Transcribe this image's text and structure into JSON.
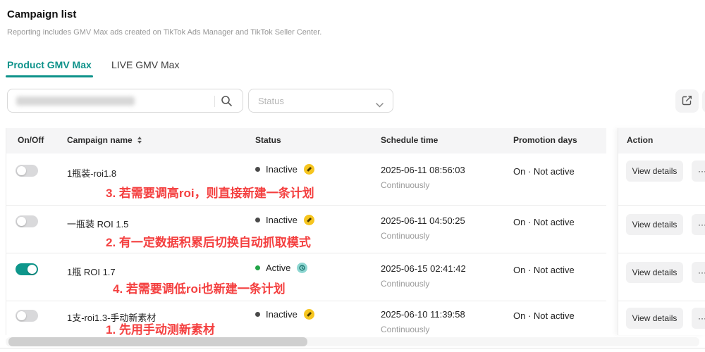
{
  "header": {
    "title": "Campaign list",
    "subtitle": "Reporting includes GMV Max ads created on TikTok Ads Manager and TikTok Seller Center."
  },
  "tabs": [
    {
      "label": "Product GMV Max",
      "active": true
    },
    {
      "label": "LIVE GMV Max",
      "active": false
    }
  ],
  "toolbar": {
    "search_value": "",
    "status_filter_placeholder": "Status",
    "export_icon": "edit-export-icon"
  },
  "table": {
    "columns": {
      "on_off": "On/Off",
      "campaign_name": "Campaign name",
      "status": "Status",
      "schedule_time": "Schedule time",
      "promotion_days": "Promotion days",
      "action": "Action"
    },
    "rows": [
      {
        "toggle": "off",
        "name": "1瓶装-roi1.8",
        "status": "Inactive",
        "status_badge": "manual-yellow-icon",
        "schedule": "2025-06-11 08:56:03",
        "schedule_mode": "Continuously",
        "promotion": "On · Not active",
        "action_label": "View details",
        "more_label": "···",
        "annotation": "3. 若需要调高roi，则直接新建一条计划"
      },
      {
        "toggle": "off",
        "name": "一瓶装 ROI 1.5",
        "status": "Inactive",
        "status_badge": "manual-yellow-icon",
        "schedule": "2025-06-11 04:50:25",
        "schedule_mode": "Continuously",
        "promotion": "On · Not active",
        "action_label": "View details",
        "more_label": "···",
        "annotation": "2. 有一定数据积累后切换自动抓取模式"
      },
      {
        "toggle": "on",
        "name": "1瓶 ROI 1.7",
        "status": "Active",
        "status_badge": "clock-teal-icon",
        "schedule": "2025-06-15 02:41:42",
        "schedule_mode": "Continuously",
        "promotion": "On · Not active",
        "action_label": "View details",
        "more_label": "···",
        "annotation": "4. 若需要调低roi也新建一条计划"
      },
      {
        "toggle": "off",
        "name": "1支-roi1.3-手动新素材",
        "status": "Inactive",
        "status_badge": "manual-yellow-icon",
        "schedule": "2025-06-10 11:39:58",
        "schedule_mode": "Continuously",
        "promotion": "On · Not active",
        "action_label": "View details",
        "more_label": "···",
        "annotation": "1. 先用手动测新素材"
      }
    ]
  },
  "colors": {
    "accent_teal": "#0d928a",
    "toggle_on": "#0e968b",
    "annotation_red": "#f43f3f",
    "badge_yellow": "#f6c51f",
    "badge_teal": "#8ed7d2",
    "active_green": "#21a447",
    "inactive_gray": "#4a4a4a",
    "header_bg": "#f5f5f6"
  }
}
